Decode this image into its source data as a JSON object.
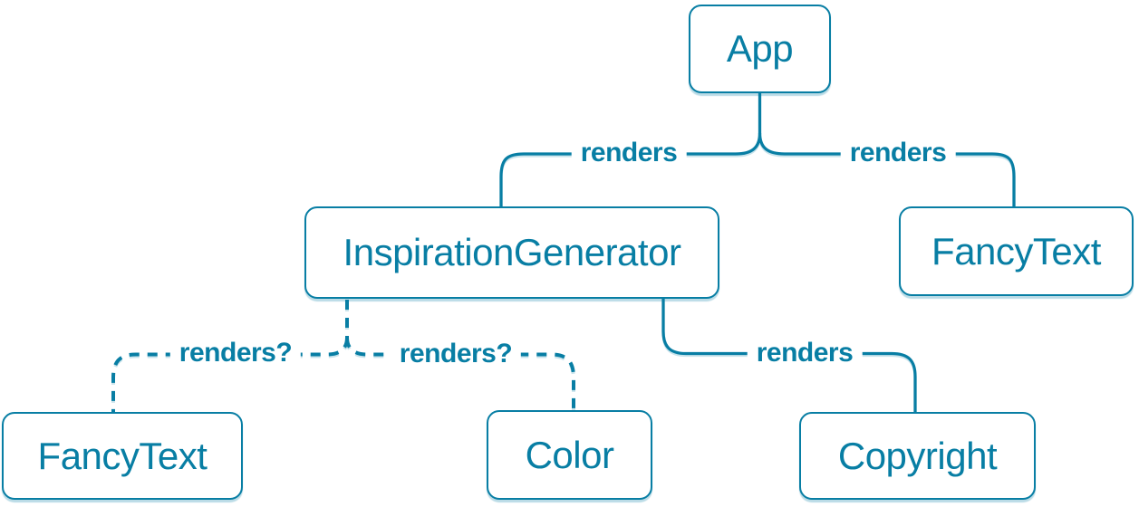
{
  "diagram": {
    "kind": "react-component-tree",
    "colors": {
      "accent": "#087ea4",
      "background": "#ffffff",
      "node_fill": "#ffffff",
      "node_shadow": "rgba(8,126,164,0.28)"
    },
    "nodes": [
      {
        "id": "app",
        "label": "App"
      },
      {
        "id": "inspiration-generator",
        "label": "InspirationGenerator"
      },
      {
        "id": "fancy-text-top",
        "label": "FancyText"
      },
      {
        "id": "fancy-text-bottom",
        "label": "FancyText"
      },
      {
        "id": "color",
        "label": "Color"
      },
      {
        "id": "copyright",
        "label": "Copyright"
      }
    ],
    "edges": [
      {
        "from": "App",
        "to": "InspirationGenerator",
        "label": "renders",
        "style": "solid"
      },
      {
        "from": "App",
        "to": "FancyText",
        "label": "renders",
        "style": "solid"
      },
      {
        "from": "InspirationGenerator",
        "to": "FancyText",
        "label": "renders?",
        "style": "dashed"
      },
      {
        "from": "InspirationGenerator",
        "to": "Color",
        "label": "renders?",
        "style": "dashed"
      },
      {
        "from": "InspirationGenerator",
        "to": "Copyright",
        "label": "renders",
        "style": "solid"
      }
    ]
  }
}
